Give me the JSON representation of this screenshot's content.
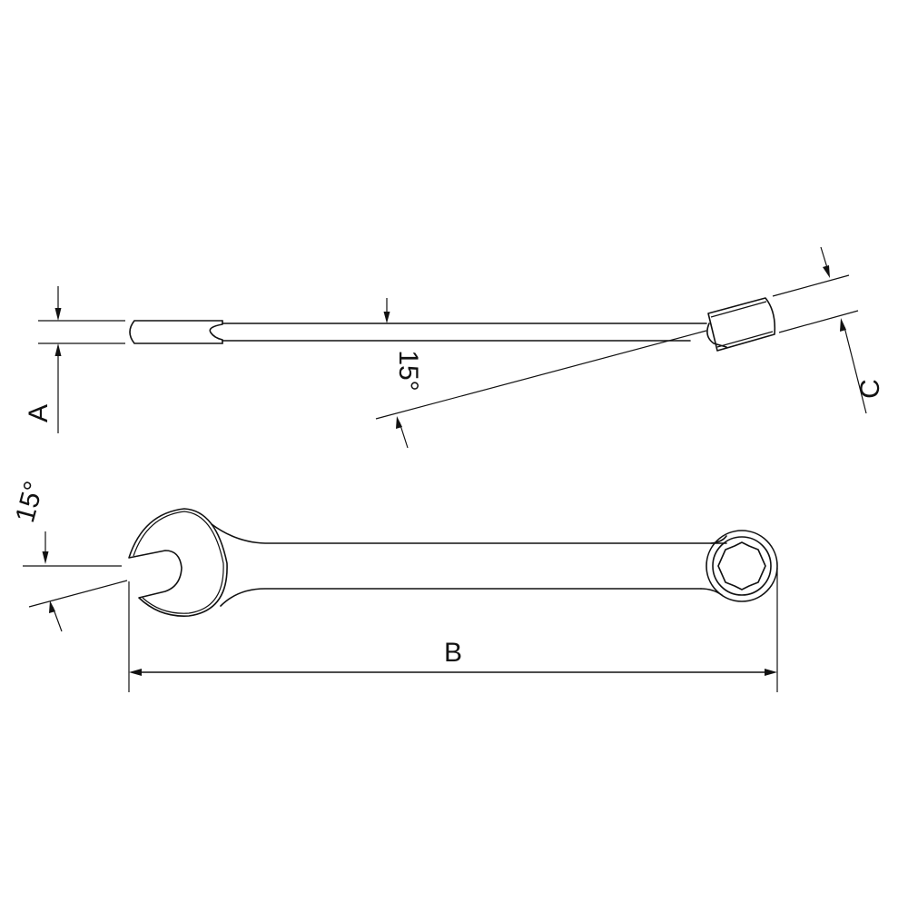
{
  "diagram": {
    "subject": "Combination wrench technical drawing",
    "colors": {
      "line": "#111111",
      "background": "#ffffff"
    },
    "views": [
      {
        "name": "side-view",
        "description": "Side profile showing 15° offset of ring end"
      },
      {
        "name": "top-view",
        "description": "Plan view with open end angled 15° and 12-point ring end"
      }
    ],
    "dimensions": {
      "A": {
        "label": "A",
        "meaning": "open-end thickness"
      },
      "B": {
        "label": "B",
        "meaning": "overall length"
      },
      "C": {
        "label": "C",
        "meaning": "ring-end thickness"
      }
    },
    "angles": {
      "side_offset": {
        "label": "15°"
      },
      "open_end": {
        "label": "15°"
      }
    }
  }
}
